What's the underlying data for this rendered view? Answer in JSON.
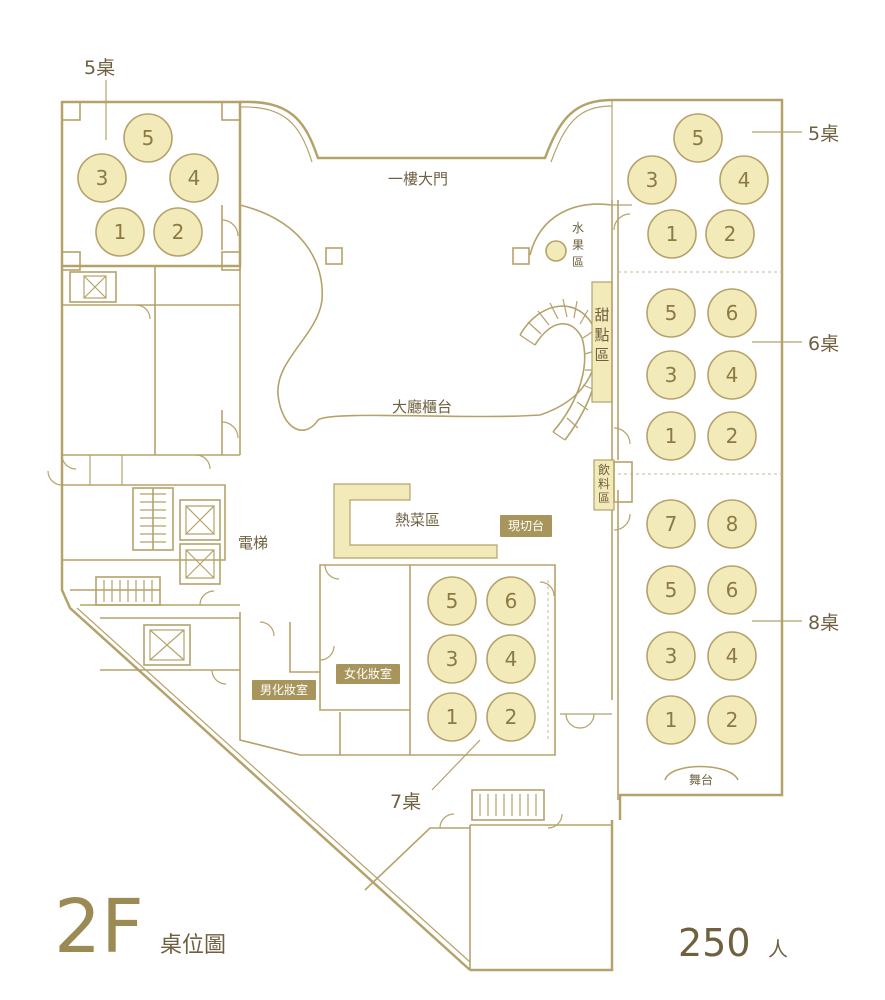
{
  "floor": {
    "code": "2F",
    "title": "桌位圖"
  },
  "capacity": {
    "number": "250",
    "unit": "人"
  },
  "rooms": {
    "main_entrance": "一樓大門",
    "lobby_counter": "大廳櫃台",
    "fruit_area": [
      "水",
      "果",
      "區"
    ],
    "dessert_area": [
      "甜",
      "點",
      "區"
    ],
    "drink_area": [
      "飲",
      "料",
      "區"
    ],
    "hot_food_area": "熱菜區",
    "carving_station": "現切台",
    "elevator": "電梯",
    "mens_restroom": "男化妝室",
    "womens_restroom": "女化妝室",
    "stage": "舞台"
  },
  "section_counts": {
    "top_left": "5桌",
    "top_right": "5桌",
    "middle_right": "6桌",
    "bottom_right": "8桌",
    "center": "7桌"
  },
  "tables": {
    "top_left": [
      "5",
      "3",
      "4",
      "1",
      "2"
    ],
    "top_right": [
      "5",
      "3",
      "4",
      "1",
      "2"
    ],
    "middle_right": [
      "5",
      "6",
      "3",
      "4",
      "1",
      "2"
    ],
    "bottom_right": [
      "7",
      "8",
      "5",
      "6",
      "3",
      "4",
      "1",
      "2"
    ],
    "center": [
      "5",
      "6",
      "3",
      "4",
      "1",
      "2"
    ]
  },
  "colors": {
    "line": "#b5a26a",
    "table_fill": "#f3eaba",
    "text": "#6f6040"
  }
}
